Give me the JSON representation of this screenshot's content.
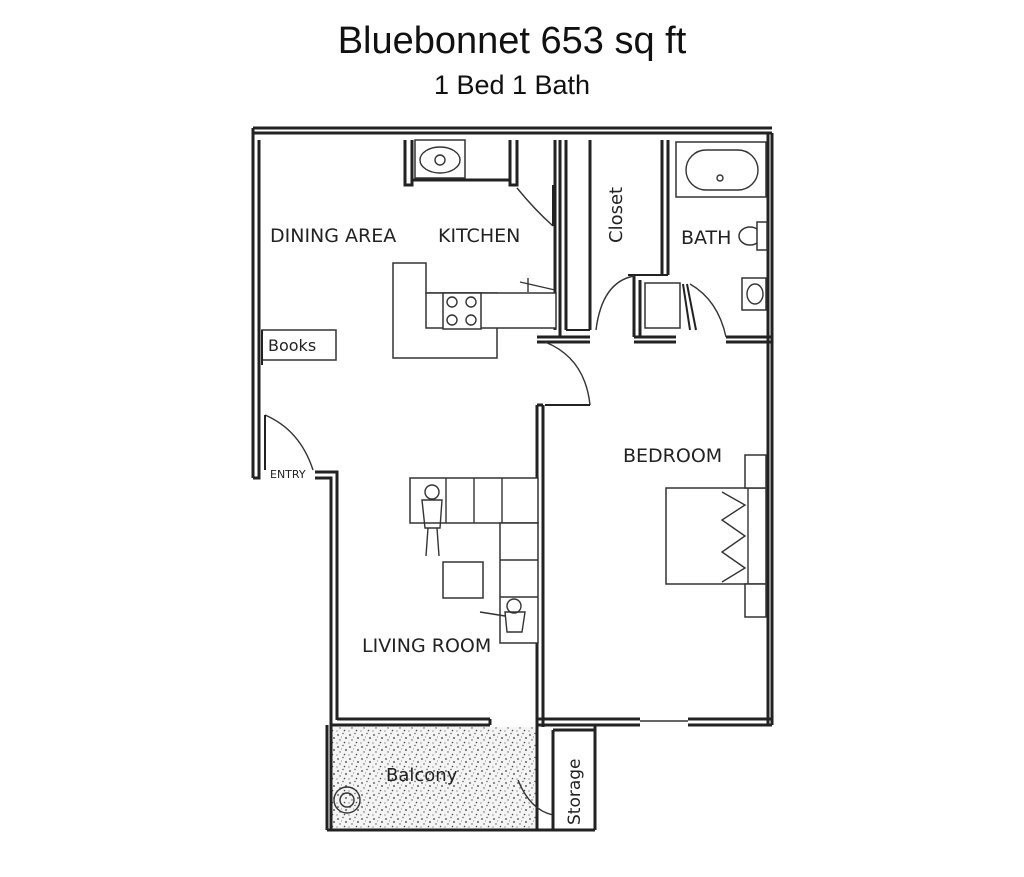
{
  "title": "Bluebonnet 653 sq ft",
  "subtitle": "1 Bed 1 Bath",
  "rooms": {
    "dining": "DINING AREA",
    "kitchen": "KITCHEN",
    "closet": "Closet",
    "bath": "BATH",
    "books": "Books",
    "entry": "ENTRY",
    "bedroom": "BEDROOM",
    "living": "LIVING ROOM",
    "balcony": "Balcony",
    "storage": "Storage"
  }
}
